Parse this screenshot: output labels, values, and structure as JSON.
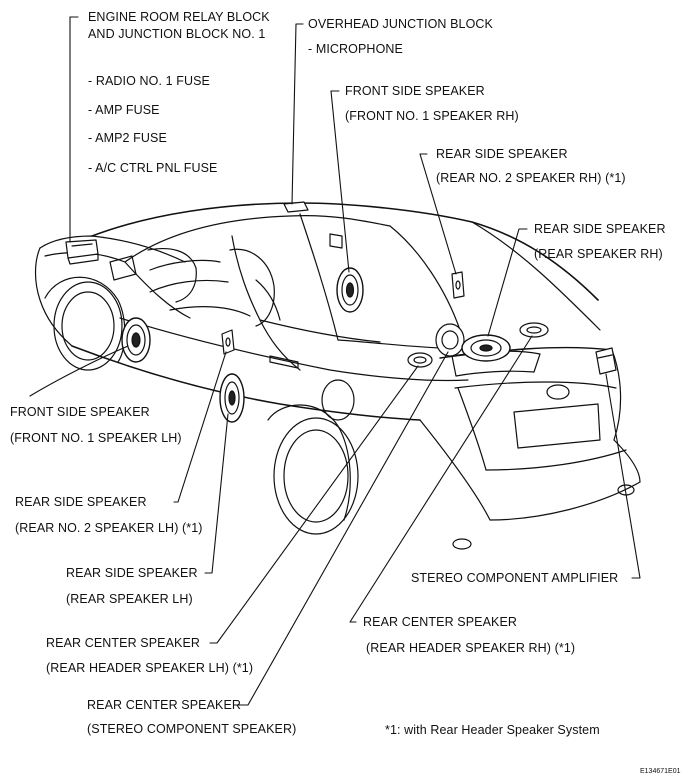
{
  "diagram": {
    "labels": {
      "engine_room_1": "ENGINE ROOM RELAY BLOCK",
      "engine_room_2": "AND JUNCTION BLOCK NO. 1",
      "radio_fuse": "- RADIO NO. 1 FUSE",
      "amp_fuse": "- AMP FUSE",
      "amp2_fuse": "- AMP2 FUSE",
      "ac_ctrl_fuse": "- A/C CTRL PNL FUSE",
      "overhead_jb": "OVERHEAD JUNCTION BLOCK",
      "microphone": "- MICROPHONE",
      "front_side_rh_1": "FRONT SIDE SPEAKER",
      "front_side_rh_2": "(FRONT NO. 1 SPEAKER RH)",
      "rear_side_no2_rh_1": "REAR SIDE SPEAKER",
      "rear_side_no2_rh_2": "(REAR NO. 2 SPEAKER RH) (*1)",
      "rear_side_rh_1": "REAR SIDE SPEAKER",
      "rear_side_rh_2": "(REAR SPEAKER RH)",
      "front_side_lh_1": "FRONT SIDE SPEAKER",
      "front_side_lh_2": "(FRONT NO. 1 SPEAKER LH)",
      "rear_side_no2_lh_1": "REAR SIDE SPEAKER",
      "rear_side_no2_lh_2": "(REAR NO. 2 SPEAKER LH) (*1)",
      "rear_side_lh_1": "REAR SIDE SPEAKER",
      "rear_side_lh_2": "(REAR SPEAKER LH)",
      "stereo_amp": "STEREO COMPONENT AMPLIFIER",
      "rear_center_lh_1": "REAR CENTER SPEAKER",
      "rear_center_lh_2": "(REAR HEADER SPEAKER LH) (*1)",
      "rear_center_rh_1": "REAR CENTER SPEAKER",
      "rear_center_rh_2": "(REAR HEADER SPEAKER RH) (*1)",
      "rear_center_stereo_1": "REAR CENTER SPEAKER",
      "rear_center_stereo_2": "(STEREO COMPONENT SPEAKER)",
      "footnote": "*1: with Rear Header Speaker System",
      "figure_code": "E134671E01"
    }
  }
}
